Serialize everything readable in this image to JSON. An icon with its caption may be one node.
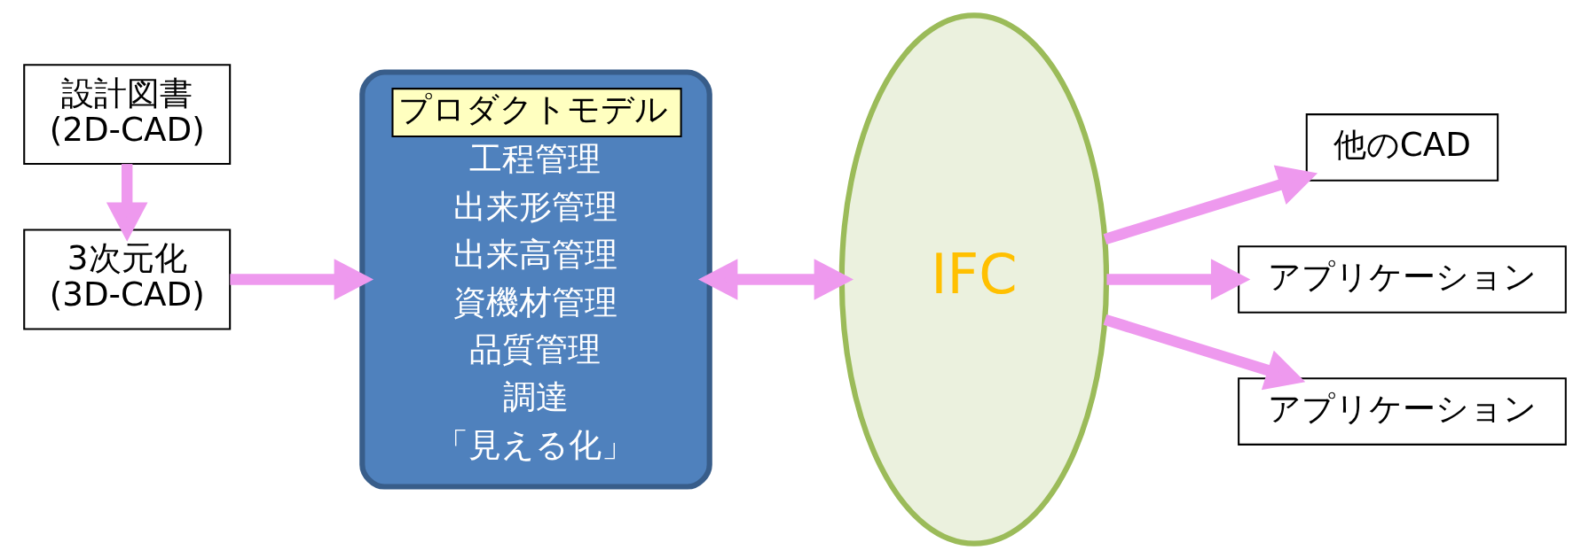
{
  "diagram": {
    "nodes": [
      {
        "text": [
          "設計図書",
          "(2D-CAD)"
        ]
      },
      {
        "text": [
          "3次元化",
          "(3D-CAD)"
        ]
      },
      {
        "text": [
          "プロダクトモデル",
          "工程管理",
          "出来形管理",
          "出来高管理",
          "資機材管理",
          "品質管理",
          "調達",
          "「見える化」"
        ]
      },
      {
        "text": [
          "IFC"
        ]
      },
      {
        "text": [
          "他のCAD"
        ]
      },
      {
        "text": [
          "アプリケーション"
        ]
      },
      {
        "text": [
          "アプリケーション"
        ]
      }
    ],
    "edges": [
      {
        "from": 0,
        "to": 1,
        "arrow": "to"
      },
      {
        "from": 1,
        "to": 2,
        "arrow": "to"
      },
      {
        "from": 2,
        "to": 3,
        "arrow": "both"
      },
      {
        "from": 3,
        "to": 4,
        "arrow": "to"
      },
      {
        "from": 3,
        "to": 5,
        "arrow": "to"
      },
      {
        "from": 3,
        "to": 6,
        "arrow": "to"
      }
    ]
  }
}
